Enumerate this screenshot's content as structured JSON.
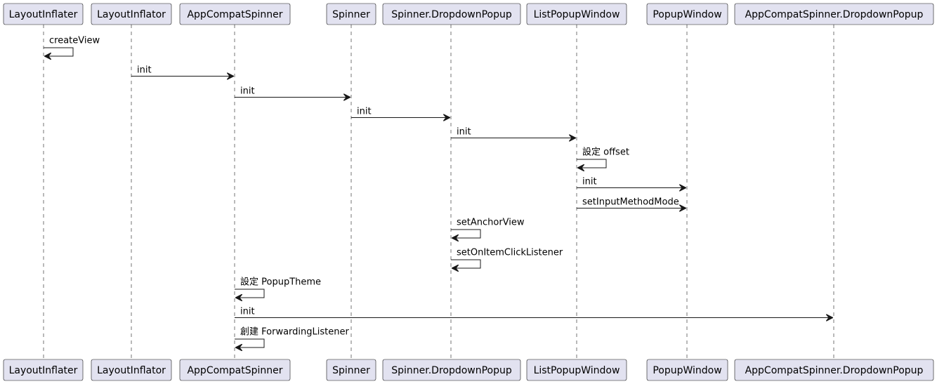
{
  "participants": [
    {
      "id": "p0",
      "label": "LayoutInflater"
    },
    {
      "id": "p1",
      "label": "LayoutInflator"
    },
    {
      "id": "p2",
      "label": "AppCompatSpinner"
    },
    {
      "id": "p3",
      "label": "Spinner"
    },
    {
      "id": "p4",
      "label": "Spinner.DropdownPopup"
    },
    {
      "id": "p5",
      "label": "ListPopupWindow"
    },
    {
      "id": "p6",
      "label": "PopupWindow"
    },
    {
      "id": "p7",
      "label": "AppCompatSpinner.DropdownPopup"
    }
  ],
  "messages": [
    {
      "from": 0,
      "to": 0,
      "label": "createView"
    },
    {
      "from": 1,
      "to": 2,
      "label": "init"
    },
    {
      "from": 2,
      "to": 3,
      "label": "init"
    },
    {
      "from": 3,
      "to": 4,
      "label": "init"
    },
    {
      "from": 4,
      "to": 5,
      "label": "init"
    },
    {
      "from": 5,
      "to": 5,
      "label": "設定 offset"
    },
    {
      "from": 5,
      "to": 6,
      "label": "init"
    },
    {
      "from": 5,
      "to": 6,
      "label": "setInputMethodMode"
    },
    {
      "from": 4,
      "to": 4,
      "label": "setAnchorView"
    },
    {
      "from": 4,
      "to": 4,
      "label": "setOnItemClickListener"
    },
    {
      "from": 2,
      "to": 2,
      "label": "設定 PopupTheme"
    },
    {
      "from": 2,
      "to": 7,
      "label": "init"
    },
    {
      "from": 2,
      "to": 2,
      "label": "創建 ForwardingListener"
    }
  ]
}
